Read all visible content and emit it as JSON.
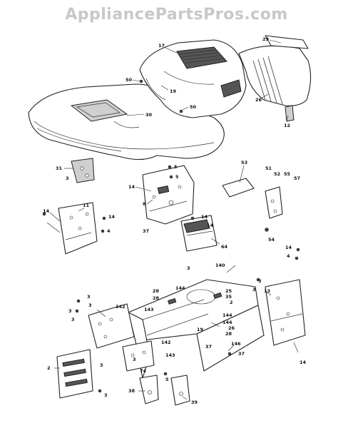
{
  "watermark": "AppliancePartsPros.com",
  "callouts": [
    "17",
    "29",
    "50",
    "19",
    "30",
    "50",
    "26",
    "12",
    "31",
    "3",
    "5",
    "5",
    "53",
    "14",
    "51",
    "52",
    "55",
    "57",
    "8",
    "11",
    "14",
    "14",
    "4",
    "37",
    "14",
    "14",
    "54",
    "64",
    "14",
    "4",
    "140",
    "3",
    "3",
    "13",
    "144",
    "28",
    "28",
    "3",
    "35",
    "2",
    "25",
    "144",
    "142",
    "143",
    "3",
    "3",
    "3",
    "3",
    "144",
    "26",
    "28",
    "19",
    "37",
    "146",
    "37",
    "142",
    "143",
    "3",
    "3",
    "74",
    "2",
    "3",
    "38",
    "39",
    "5",
    "14"
  ]
}
